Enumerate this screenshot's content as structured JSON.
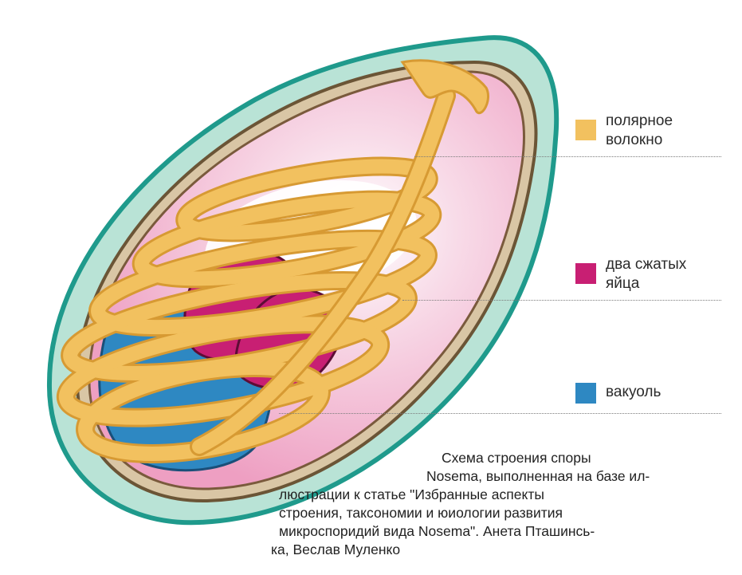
{
  "legend": [
    {
      "label": "полярное\nволокно",
      "color": "#f2c15f",
      "icon": "yellow-swatch"
    },
    {
      "label": "два сжатых\nяйца",
      "color": "#c81f73",
      "icon": "magenta-swatch"
    },
    {
      "label": "вакуоль",
      "color": "#2e88c2",
      "icon": "blue-swatch"
    }
  ],
  "caption": {
    "lines": [
      "Схема строения споры",
      "Nosema, выполненная на базе ил-",
      "люстрации к статье \"Избранные аспекты",
      "строения, таксономии и юиологии развития",
      "микроспоридий вида Nosema\". Анета Пташинсь-",
      "ка, Веслав Муленко"
    ]
  },
  "colors": {
    "outer_wall": "#b9e3d6",
    "outer_wall_edge": "#1f9a8c",
    "inner_wall": "#9a7b52",
    "cytoplasm": "#eeaac9",
    "cytoplasm_light": "#ffffff",
    "polar_filament": "#f2c15f",
    "polar_filament_edge": "#d79a33",
    "nuclei": "#c81f73",
    "vacuole": "#2e88c2"
  }
}
